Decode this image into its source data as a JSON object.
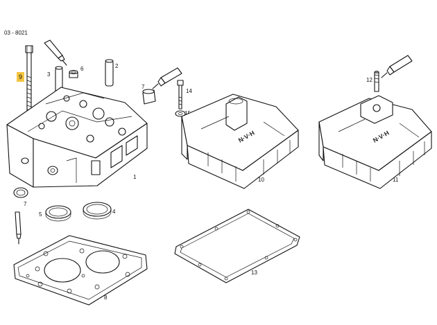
{
  "diagram": {
    "reference": "03 - 8021",
    "highlight_color": "#f4c542",
    "callouts": {
      "c1": "1",
      "c2": "2",
      "c3": "3",
      "c4": "4",
      "c5": "5",
      "c6": "6",
      "c7": "7",
      "c8": "8",
      "c9": "9",
      "c10": "10",
      "c11": "11",
      "c12": "12",
      "c13": "13",
      "c14": "14",
      "c15": "15"
    },
    "cover_logo_10": "N·V·H",
    "cover_logo_11": "N·V·H"
  }
}
